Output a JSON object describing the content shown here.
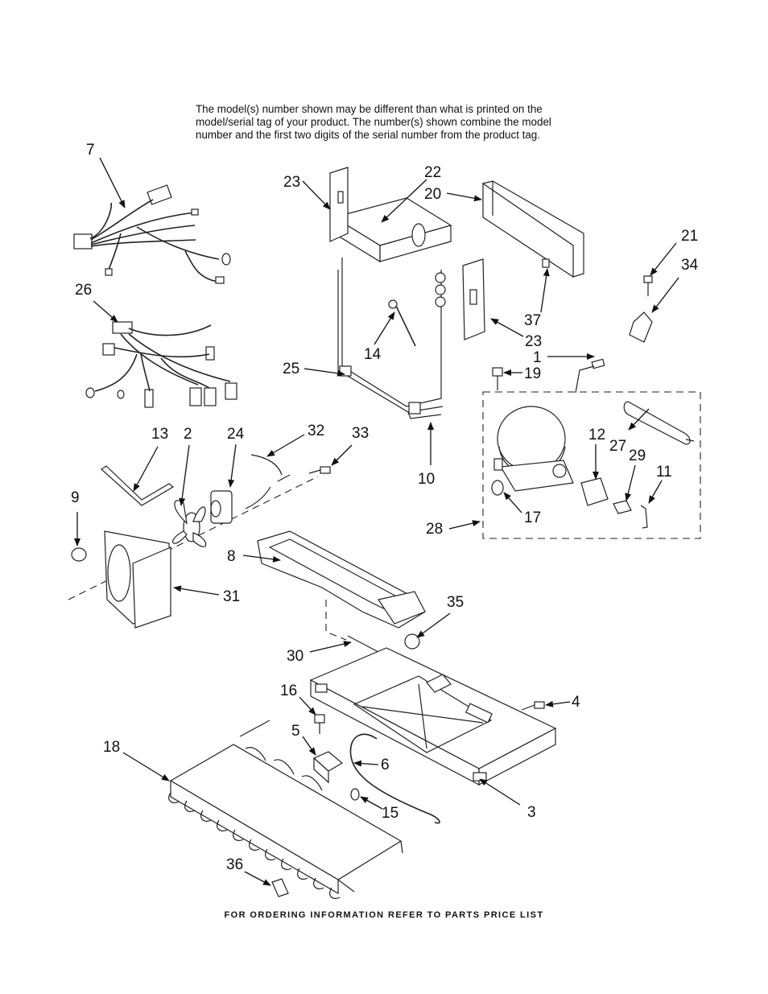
{
  "header": {
    "note_lines": [
      "The model(s) number shown may be different than what is printed on the",
      "model/serial tag of your product. The number(s) shown combine the model",
      "number and the first two digits of the serial number from the product tag."
    ]
  },
  "footer": {
    "note": "FOR ORDERING INFORMATION REFER TO PARTS PRICE LIST"
  },
  "callouts": {
    "c1": "1",
    "c2": "2",
    "c3": "3",
    "c4": "4",
    "c5": "5",
    "c6": "6",
    "c7": "7",
    "c8": "8",
    "c9": "9",
    "c10": "10",
    "c11": "11",
    "c12": "12",
    "c13": "13",
    "c14": "14",
    "c15": "15",
    "c16": "16",
    "c17": "17",
    "c18": "18",
    "c19": "19",
    "c20": "20",
    "c21": "21",
    "c22": "22",
    "c23a": "23",
    "c23b": "23",
    "c24": "24",
    "c25": "25",
    "c26": "26",
    "c27": "27",
    "c28": "28",
    "c29": "29",
    "c30": "30",
    "c31": "31",
    "c32": "32",
    "c33": "33",
    "c34": "34",
    "c35": "35",
    "c36": "36",
    "c37": "37"
  }
}
